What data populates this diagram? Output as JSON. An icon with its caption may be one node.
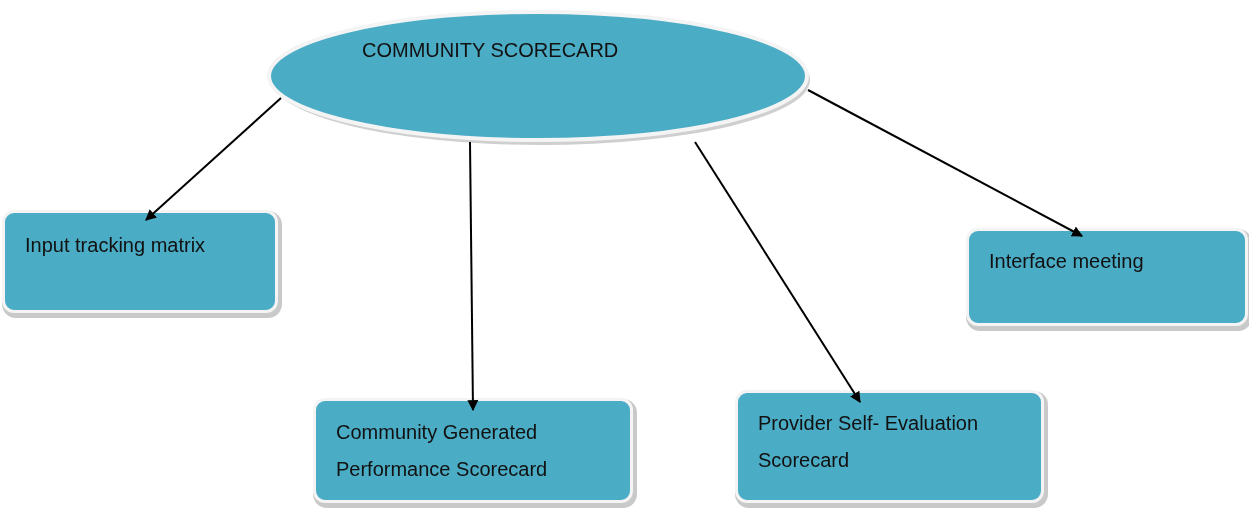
{
  "diagram": {
    "nodes": [
      {
        "text": [
          "COMMUNITY SCORECARD"
        ]
      },
      {
        "text": [
          "Input tracking matrix"
        ]
      },
      {
        "text": [
          "Community Generated Performance Scorecard"
        ]
      },
      {
        "text": [
          "Provider Self- Evaluation Scorecard"
        ]
      },
      {
        "text": [
          "Interface meeting"
        ]
      }
    ],
    "edges": [
      {
        "from": 0,
        "to": 1,
        "arrow": "to"
      },
      {
        "from": 0,
        "to": 2,
        "arrow": "to"
      },
      {
        "from": 0,
        "to": 3,
        "arrow": "to"
      },
      {
        "from": 0,
        "to": 4,
        "arrow": "to"
      }
    ]
  }
}
